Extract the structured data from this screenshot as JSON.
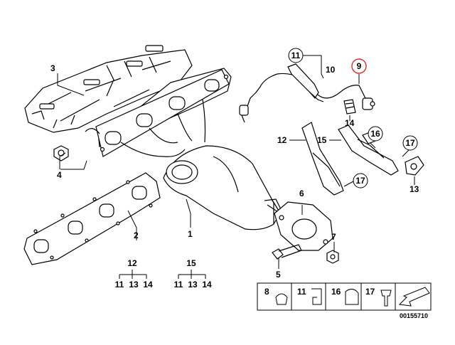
{
  "callouts": {
    "c1": "1",
    "c2": "2",
    "c3": "3",
    "c4": "4",
    "c5": "5",
    "c6": "6",
    "c7": "7",
    "c9": "9",
    "c10": "10",
    "c11": "11",
    "c12": "12",
    "c13": "13",
    "c14": "14",
    "c15": "15",
    "c16": "16",
    "c17a": "17",
    "c17b": "17"
  },
  "sets": {
    "set12": {
      "head": "12",
      "parts": [
        "11",
        "13",
        "14"
      ]
    },
    "set15": {
      "head": "15",
      "parts": [
        "11",
        "13",
        "14"
      ]
    }
  },
  "legend": {
    "items": [
      "8",
      "11",
      "16",
      "17"
    ]
  },
  "diagram_id": "00155710",
  "colors": {
    "line": "#000000",
    "highlight": "#d83030",
    "fill": "#ffffff",
    "shade": "#e6e6e6"
  }
}
